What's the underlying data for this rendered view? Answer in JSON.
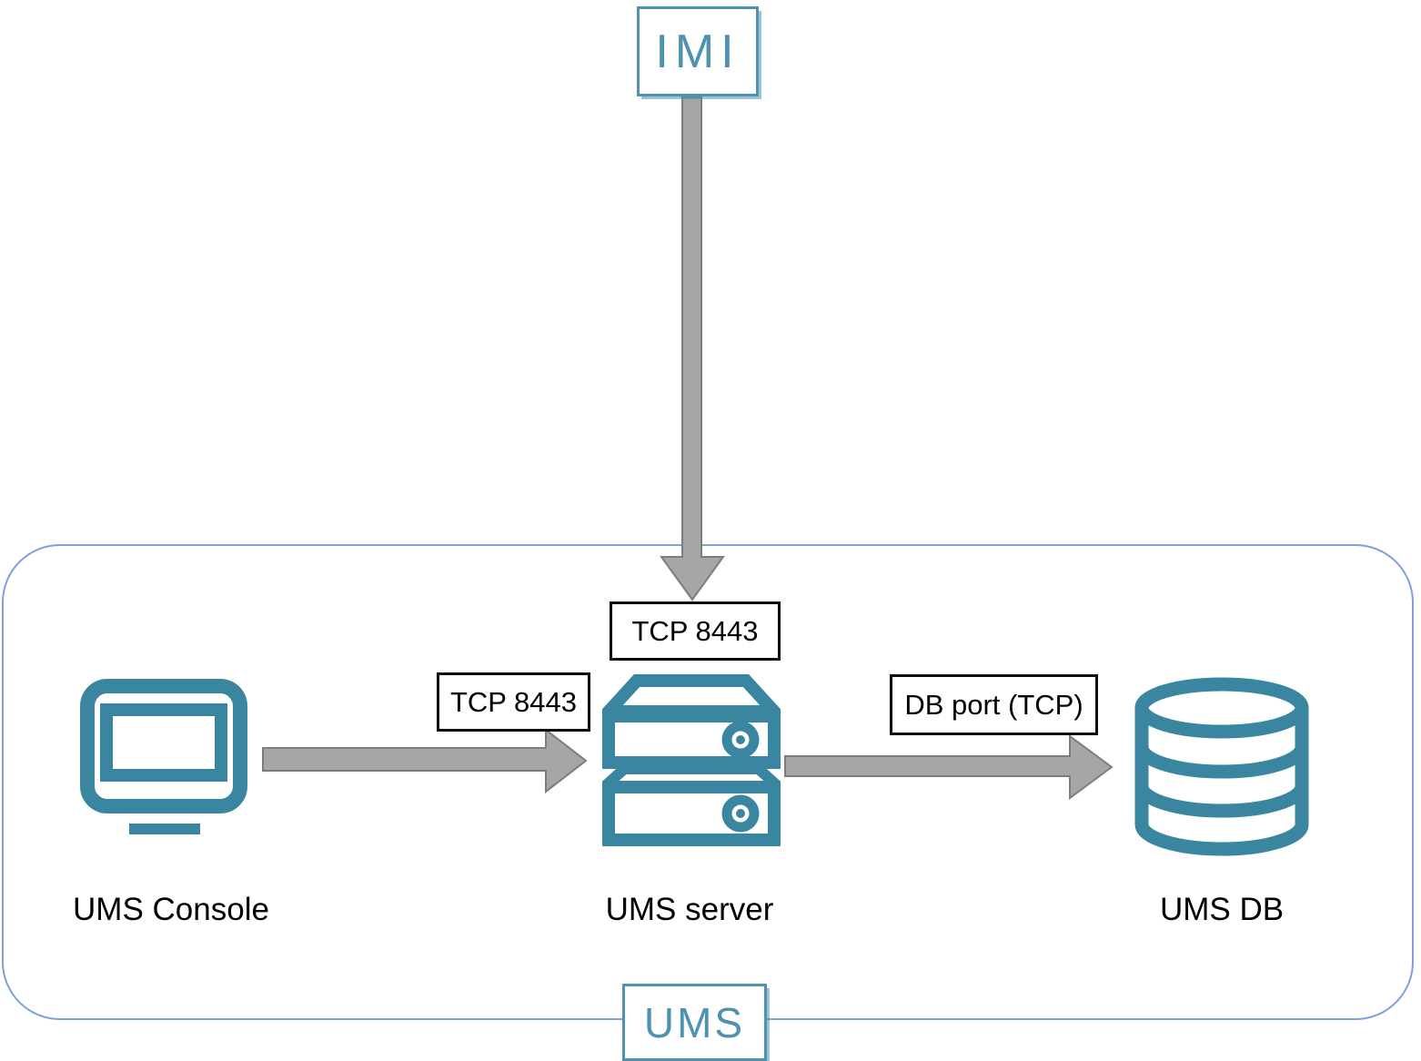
{
  "nodes": {
    "imi": {
      "label": "IMI"
    },
    "console": {
      "label": "UMS Console",
      "icon": "monitor-icon"
    },
    "server": {
      "label": "UMS server",
      "icon": "server-stack-icon"
    },
    "db": {
      "label": "UMS DB",
      "icon": "database-icon"
    }
  },
  "group": {
    "label": "UMS"
  },
  "connections": [
    {
      "from": "IMI",
      "to": "UMS server",
      "label": "TCP 8443",
      "direction": "down"
    },
    {
      "from": "UMS Console",
      "to": "UMS server",
      "label": "TCP 8443",
      "direction": "right"
    },
    {
      "from": "UMS server",
      "to": "UMS DB",
      "label": "DB port (TCP)",
      "direction": "right"
    }
  ],
  "colors": {
    "icon_teal": "#3a86a0",
    "sketch_box_teal": "#4d92ae",
    "group_border_blue": "#7e9edd",
    "arrow_fill": "#a6a6a6",
    "arrow_outline": "#7d7d7d",
    "port_label_border": "#0d0d0d",
    "caption_text": "#000000"
  }
}
